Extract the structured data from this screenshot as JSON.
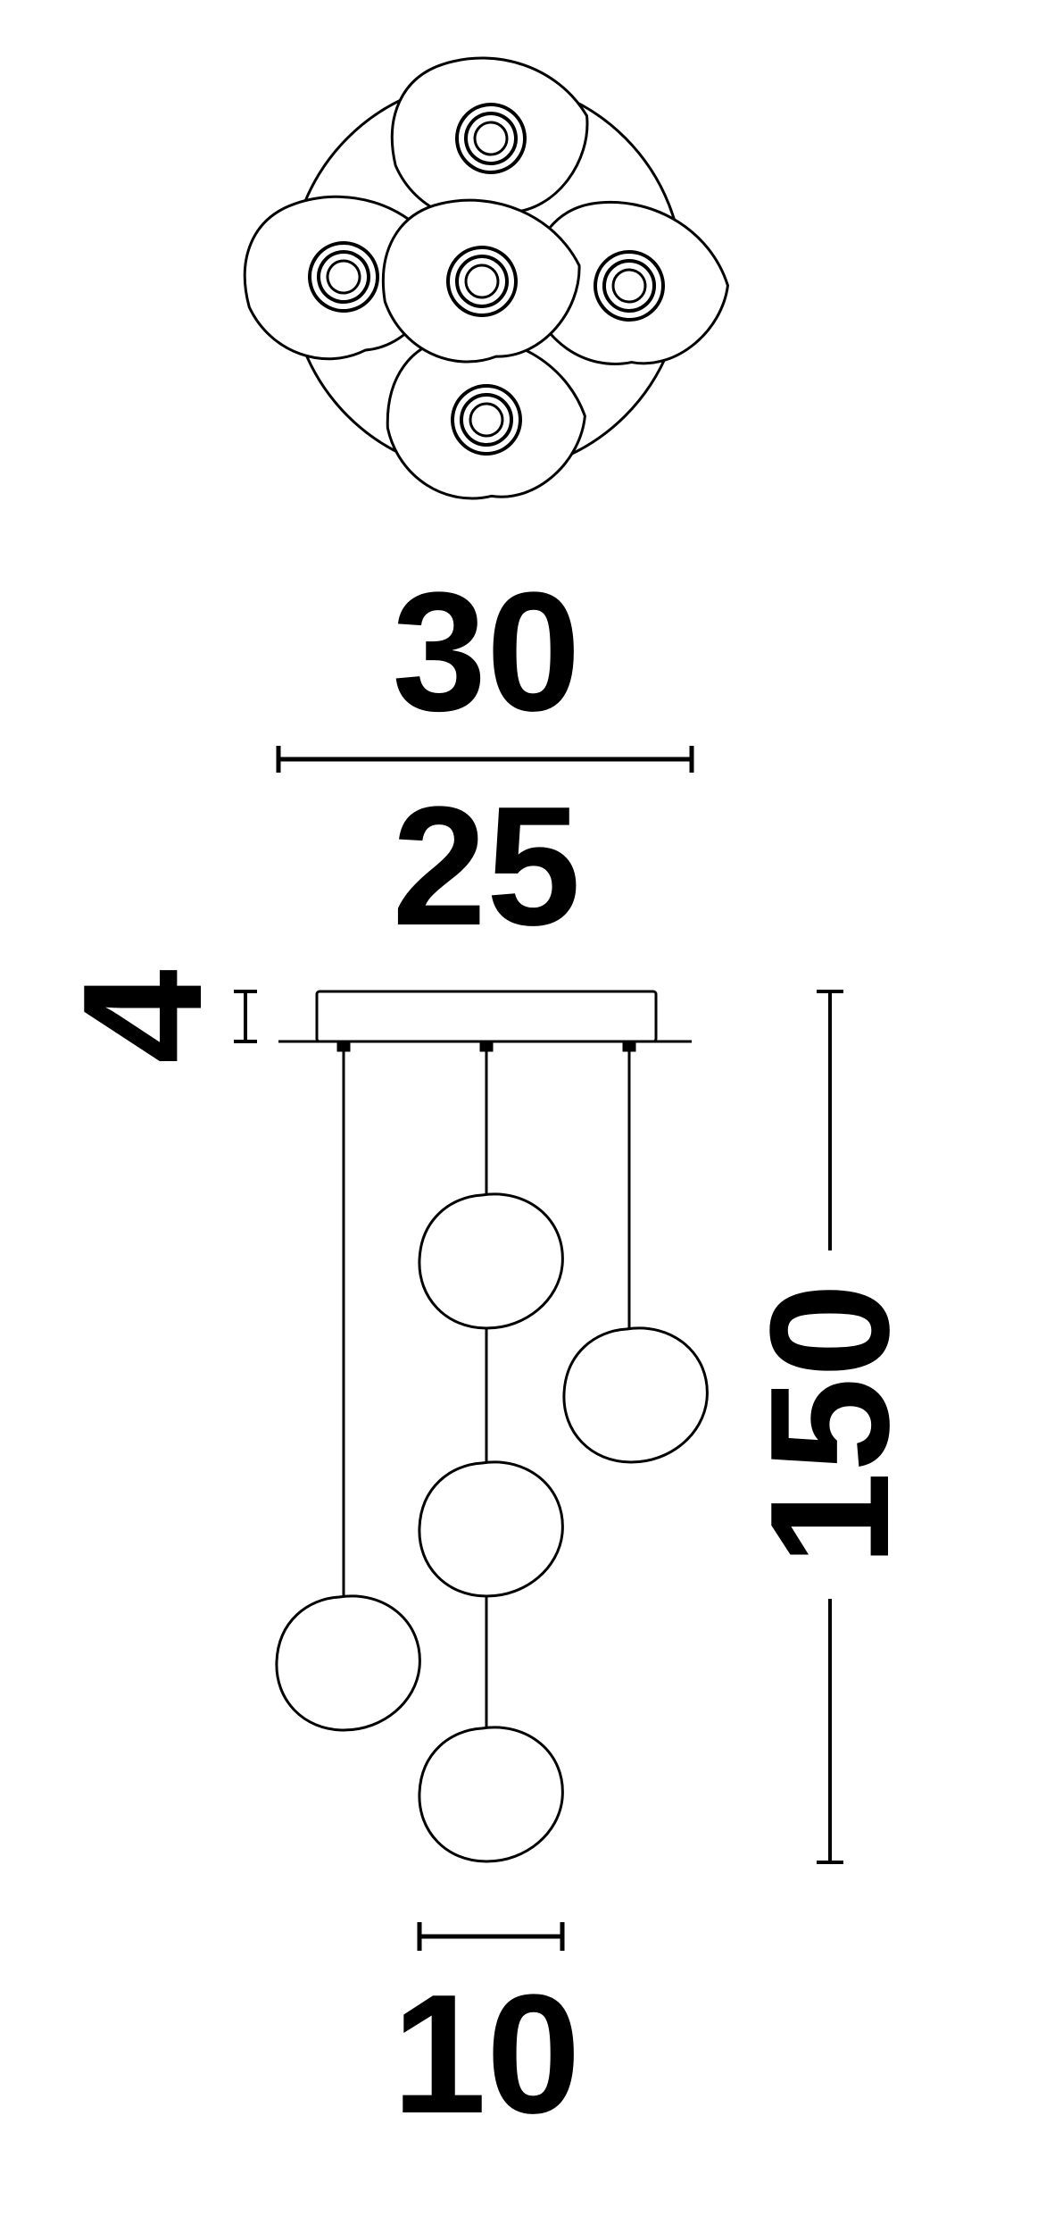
{
  "dimensions": {
    "outer_width": "30",
    "canopy_width": "25",
    "canopy_height": "4",
    "total_height": "150",
    "globe_diameter": "10"
  },
  "colors": {
    "line": "#000000",
    "background": "#ffffff"
  }
}
